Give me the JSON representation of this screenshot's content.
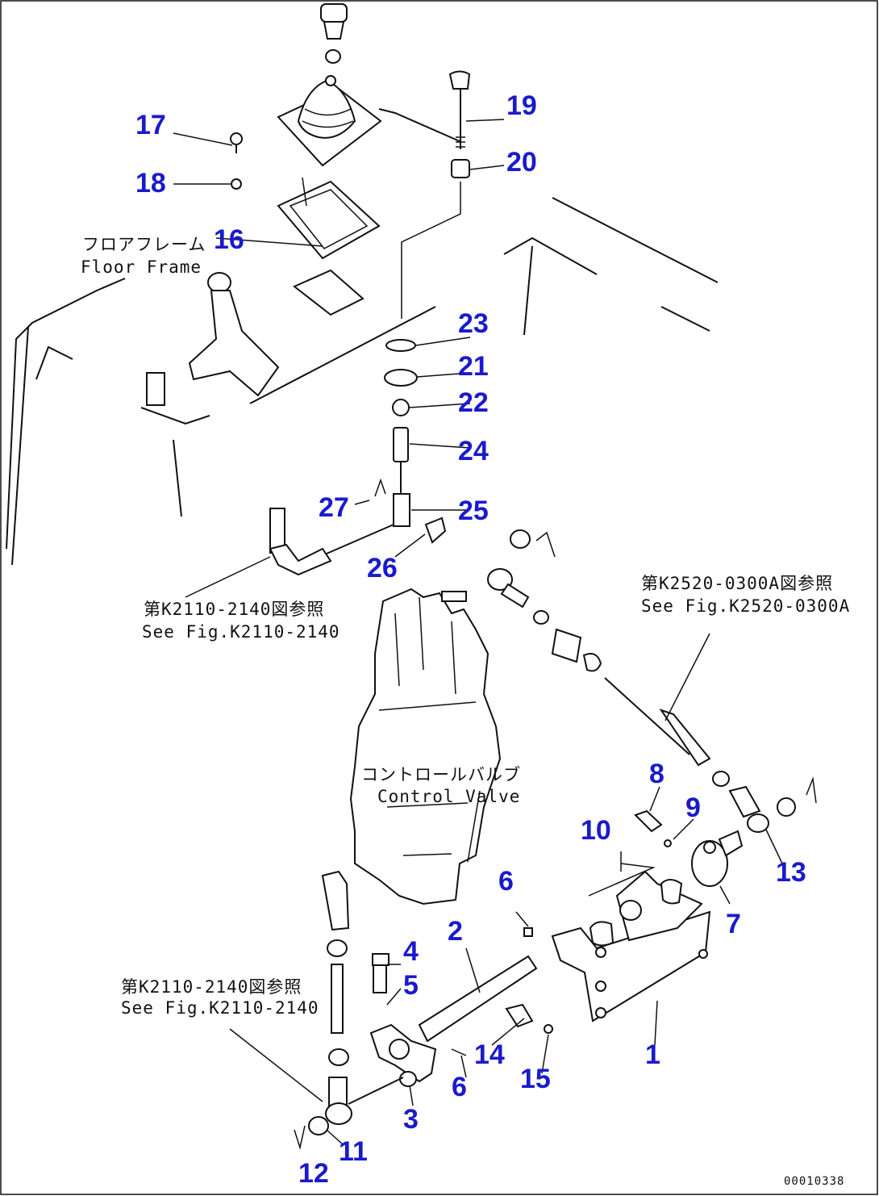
{
  "callouts": [
    "1",
    "2",
    "3",
    "4",
    "5",
    "6",
    "6",
    "7",
    "8",
    "9",
    "10",
    "11",
    "12",
    "13",
    "14",
    "15",
    "16",
    "17",
    "18",
    "19",
    "20",
    "21",
    "22",
    "23",
    "24",
    "25",
    "26",
    "27"
  ],
  "labels": {
    "floor_frame_jp": "フロアフレーム",
    "floor_frame_en": "Floor Frame",
    "ref1_jp": "第K2110-2140図参照",
    "ref1_en": "See Fig.K2110-2140",
    "ref2_jp": "第K2520-0300A図参照",
    "ref2_en": "See Fig.K2520-0300A",
    "ref3_jp": "第K2110-2140図参照",
    "ref3_en": "See Fig.K2110-2140",
    "valve_jp": "コントロールバルブ",
    "valve_en": "Control Valve"
  },
  "drawing_code": "00010338",
  "colors": {
    "callout": "#1a1acc",
    "line": "#111111",
    "background": "#ffffff"
  }
}
